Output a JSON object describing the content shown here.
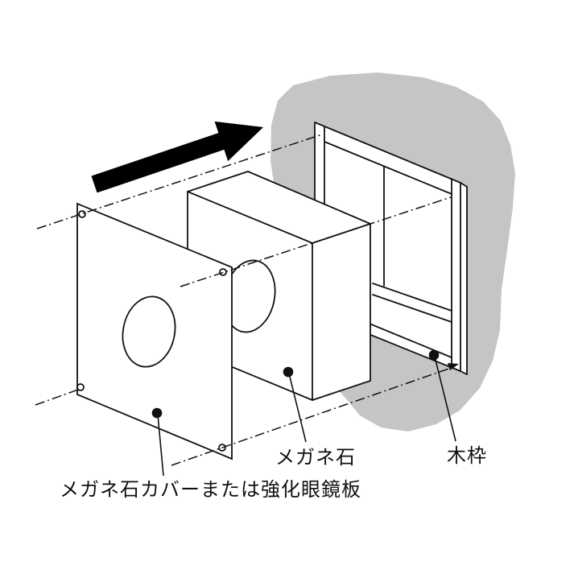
{
  "diagram": {
    "labels": {
      "cover_plate": "メガネ石カバーまたは強化眼鏡板",
      "thimble_stone": "メガネ石",
      "wood_frame": "木枠"
    },
    "colors": {
      "background": "#ffffff",
      "wall_fill": "#c5c5c5",
      "line": "#111111",
      "arrow_fill": "#000000"
    },
    "icons": {
      "insertion_arrow": "thick-black-arrow-up-right"
    }
  }
}
